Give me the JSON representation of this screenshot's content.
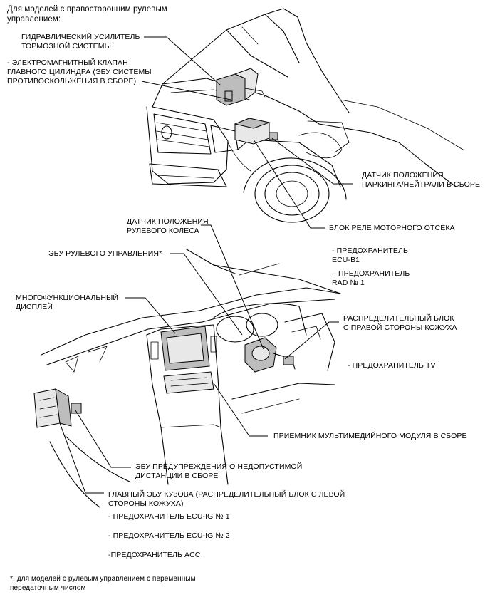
{
  "header": "Для моделей с правосторонним рулевым\nуправлением:",
  "labels": {
    "brake_booster": "ГИДРАВЛИЧЕСКИЙ УСИЛИТЕЛЬ\nТОРМОЗНОЙ СИСТЕМЫ",
    "master_cyl_valve": "- ЭЛЕКТРОМАГНИТНЫЙ КЛАПАН\nГЛАВНОГО ЦИЛИНДРА (ЭБУ СИСТЕМЫ\nПРОТИВОСКОЛЬЖЕНИЯ В СБОРЕ)",
    "park_neutral_sensor": "ДАТЧИК ПОЛОЖЕНИЯ\nПАРКИНГА/НЕЙТРАЛИ В СБОРЕ",
    "engine_relay_block": "БЛОК РЕЛЕ МОТОРНОГО ОТСЕКА",
    "fuse_ecu_b1": "- ПРЕДОХРАНИТЕЛЬ\nECU-B1",
    "fuse_rad1": "– ПРЕДОХРАНИТЕЛЬ\nRAD № 1",
    "steering_angle_sensor": "ДАТЧИК ПОЛОЖЕНИЯ\nРУЛЕВОГО КОЛЕСА",
    "steering_ecu": "ЭБУ РУЛЕВОГО УПРАВЛЕНИЯ*",
    "multi_display": "МНОГОФУНКЦИОНАЛЬНЫЙ\nДИСПЛЕЙ",
    "right_junction_block": "РАСПРЕДЕЛИТЕЛЬНЫЙ БЛОК\nС ПРАВОЙ СТОРОНЫ КОЖУХА",
    "fuse_tv": "- ПРЕДОХРАНИТЕЛЬ TV",
    "multimedia_receiver": "ПРИЕМНИК МУЛЬТИМЕДИЙНОГО МОДУЛЯ В СБОРЕ",
    "clearance_warning_ecu": "ЭБУ ПРЕДУПРЕЖДЕНИЯ О НЕДОПУСТИМОЙ\nДИСТАНЦИИ В СБОРЕ",
    "main_body_ecu": "ГЛАВНЫЙ ЭБУ КУЗОВА (РАСПРЕДЕЛИТЕЛЬНЫЙ БЛОК С ЛЕВОЙ\nСТОРОНЫ КОЖУХА)",
    "fuse_ecu_ig1": "- ПРЕДОХРАНИТЕЛЬ ECU-IG № 1",
    "fuse_ecu_ig2": "- ПРЕДОХРАНИТЕЛЬ ECU-IG № 2",
    "fuse_acc": "-ПРЕДОХРАНИТЕЛЬ ACC"
  },
  "footnote": "*: для моделей с рулевым управлением с переменным\nпередаточным числом"
}
